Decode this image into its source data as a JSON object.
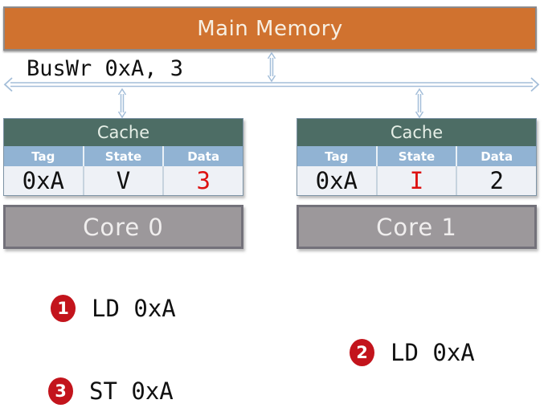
{
  "colors": {
    "memory_fill": "#d0722f",
    "memory_border": "#8c8a8c",
    "memory_text": "#f7efe2",
    "cache_header_bg": "#4d6d65",
    "cache_header_text": "#e6efe7",
    "col_header_bg": "#91b3d3",
    "col_header_text": "#ffffff",
    "row_bg": "#eef1f6",
    "table_border": "#7d93a5",
    "core_bg": "#9c989b",
    "core_border": "#73717a",
    "highlight_red": "#dd1111",
    "badge_red": "#c3141c",
    "arrow_blue": "#a4bed9"
  },
  "memory": {
    "label": "Main Memory"
  },
  "bus": {
    "label": "BusWr 0xA, 3"
  },
  "caches": [
    {
      "title": "Cache",
      "columns": [
        "Tag",
        "State",
        "Data"
      ],
      "row": {
        "tag": "0xA",
        "state": "V",
        "data": "3",
        "state_class": "ink",
        "data_class": "red"
      },
      "core": "Core 0"
    },
    {
      "title": "Cache",
      "columns": [
        "Tag",
        "State",
        "Data"
      ],
      "row": {
        "tag": "0xA",
        "state": "I",
        "data": "2",
        "state_class": "red",
        "data_class": "ink"
      },
      "core": "Core 1"
    }
  ],
  "operations": [
    {
      "num": "1",
      "label": "LD 0xA"
    },
    {
      "num": "2",
      "label": "LD 0xA"
    },
    {
      "num": "3",
      "label": "ST 0xA"
    }
  ]
}
